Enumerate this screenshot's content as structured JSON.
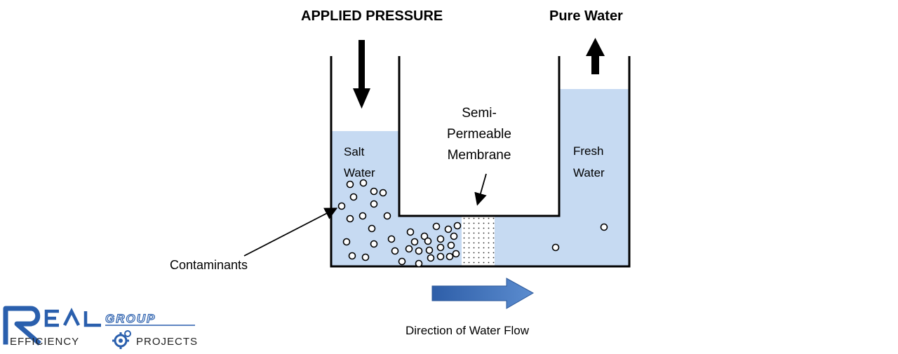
{
  "labels": {
    "applied_pressure": "APPLIED PRESSURE",
    "pure_water": "Pure Water",
    "salt_water_line1": "Salt",
    "salt_water_line2": "Water",
    "membrane_line1": "Semi-",
    "membrane_line2": "Permeable",
    "membrane_line3": "Membrane",
    "fresh_water_line1": "Fresh",
    "fresh_water_line2": "Water",
    "contaminants": "Contaminants",
    "direction": "Direction of Water Flow"
  },
  "logo": {
    "brand": "REAL",
    "group": "GROUP",
    "tagline_left": "EFFICIENCY",
    "tagline_right": "PROJECTS"
  },
  "colors": {
    "water": "#c6daf2",
    "vessel": "#000000",
    "flow_arrow": "#3d6db1",
    "logo_blue": "#2a5fad"
  }
}
